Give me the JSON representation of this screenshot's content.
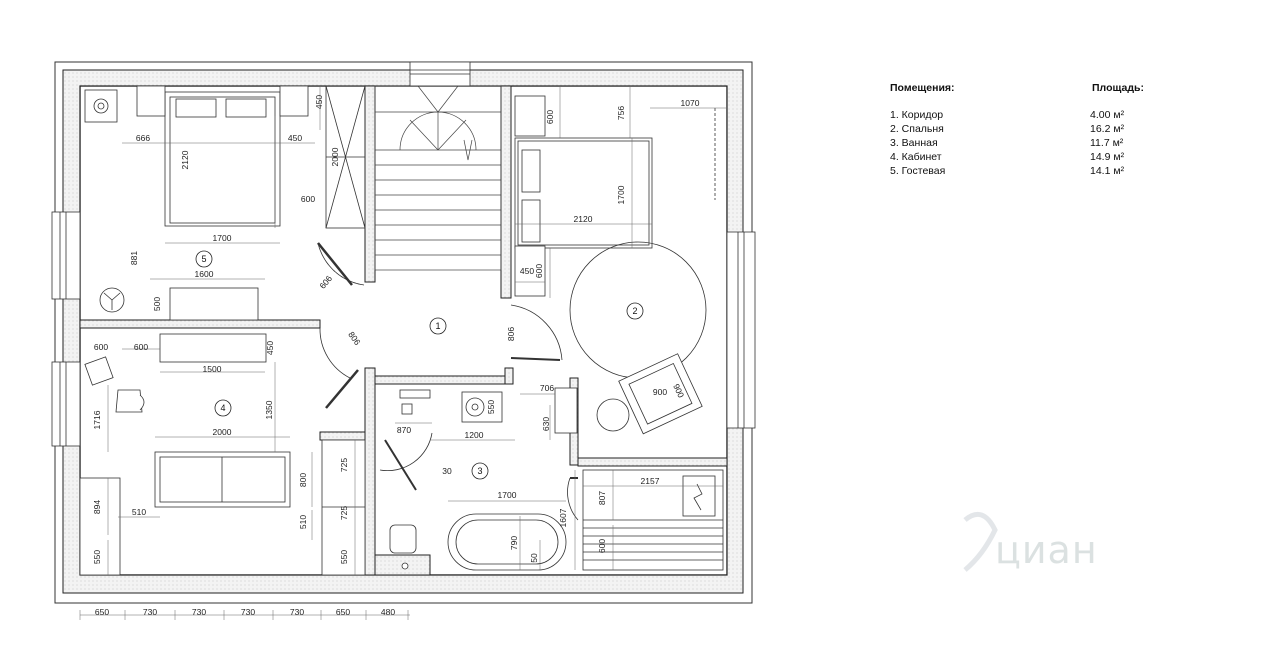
{
  "legend": {
    "rooms_header": "Помещения:",
    "area_header": "Площадь:",
    "rooms": [
      {
        "name": "1. Коридор",
        "area": "4.00 м²"
      },
      {
        "name": "2. Спальня",
        "area": "16.2 м²"
      },
      {
        "name": "3. Ванная",
        "area": "11.7 м²"
      },
      {
        "name": "4. Кабинет",
        "area": "14.9 м²"
      },
      {
        "name": "5. Гостевая",
        "area": "14.1 м²"
      }
    ]
  },
  "room_numbers": [
    "1",
    "2",
    "3",
    "4",
    "5"
  ],
  "dimensions": {
    "bottom": [
      "650",
      "730",
      "730",
      "730",
      "730",
      "650",
      "480"
    ],
    "guest": [
      "666",
      "450",
      "450",
      "2120",
      "2000",
      "600",
      "1700",
      "1600",
      "881",
      "500",
      "606"
    ],
    "office": [
      "600",
      "600",
      "450",
      "1500",
      "1716",
      "1350",
      "2000",
      "800",
      "725",
      "725",
      "510",
      "510",
      "894",
      "550",
      "550"
    ],
    "corridor": [
      "806",
      "806"
    ],
    "bedroom": [
      "600",
      "756",
      "1070",
      "1700",
      "2120",
      "450",
      "600",
      "900",
      "900"
    ],
    "bath": [
      "706",
      "550",
      "870",
      "1200",
      "630",
      "30",
      "1700",
      "1607",
      "790",
      "50"
    ],
    "sauna": [
      "807",
      "2157",
      "600"
    ]
  },
  "watermark": "циан"
}
